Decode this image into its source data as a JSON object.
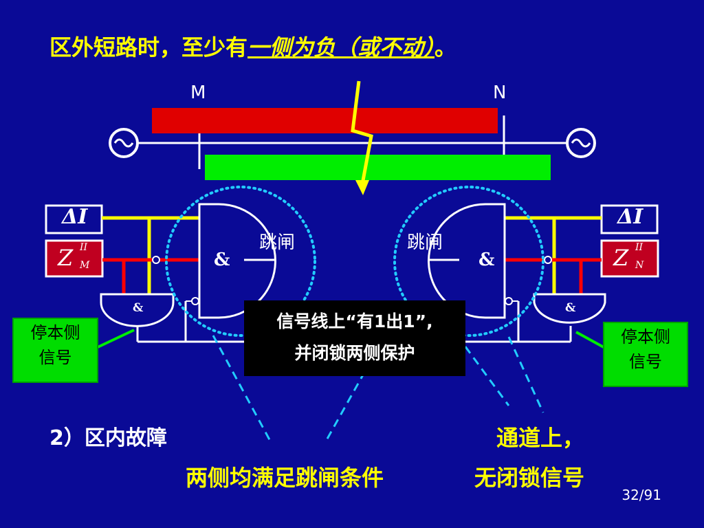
{
  "title": {
    "prefix": "区外短路时，至少有",
    "underlined": "一侧为负（或不动）",
    "suffix": "。"
  },
  "bus_labels": {
    "m": "M",
    "n": "N"
  },
  "left_relay": {
    "delta_i_label": "ΔI",
    "z_label": "Z",
    "z_sup": "II",
    "z_sub": "M",
    "and_main": "&",
    "and_small": "&",
    "trip_label": "跳闸",
    "stop_label_line1": "停本侧",
    "stop_label_line2": "信号"
  },
  "right_relay": {
    "delta_i_label": "ΔI",
    "z_label": "Z",
    "z_sup": "II",
    "z_sub": "N",
    "and_main": "&",
    "and_small": "&",
    "trip_label": "跳闸",
    "stop_label_line1": "停本侧",
    "stop_label_line2": "信号"
  },
  "signal_box": {
    "line1": "信号线上“有1出1”,",
    "line2": "并闭锁两侧保护"
  },
  "section2": {
    "heading": "2）区内故障",
    "note_left": "两侧均满足跳闸条件",
    "note_right_line1": "通道上，",
    "note_right_line2": "无闭锁信号"
  },
  "page_number": "32/91",
  "colors": {
    "background": "#0a0a96",
    "accent_yellow": "#ffff00",
    "red_bar": "#e00000",
    "green_bar": "#00ee00",
    "dotted_circle": "#22ccff"
  }
}
